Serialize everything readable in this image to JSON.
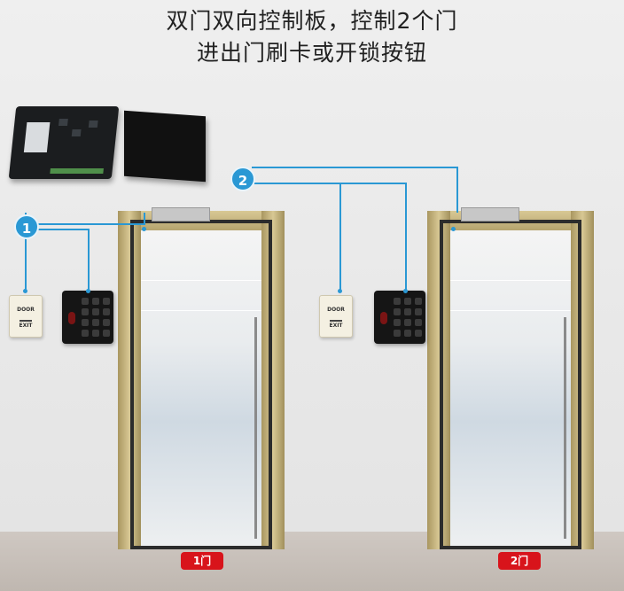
{
  "header": {
    "line1": "双门双向控制板，控制2个门",
    "line2": "进出门刷卡或开锁按钮"
  },
  "exit_button": {
    "top_label": "DOOR",
    "bottom_label": "EXIT"
  },
  "doors": [
    {
      "badge": "1",
      "sign": "1门"
    },
    {
      "badge": "2",
      "sign": "2门"
    }
  ],
  "colors": {
    "accent": "#2a98d4",
    "sign": "#d8141b"
  }
}
